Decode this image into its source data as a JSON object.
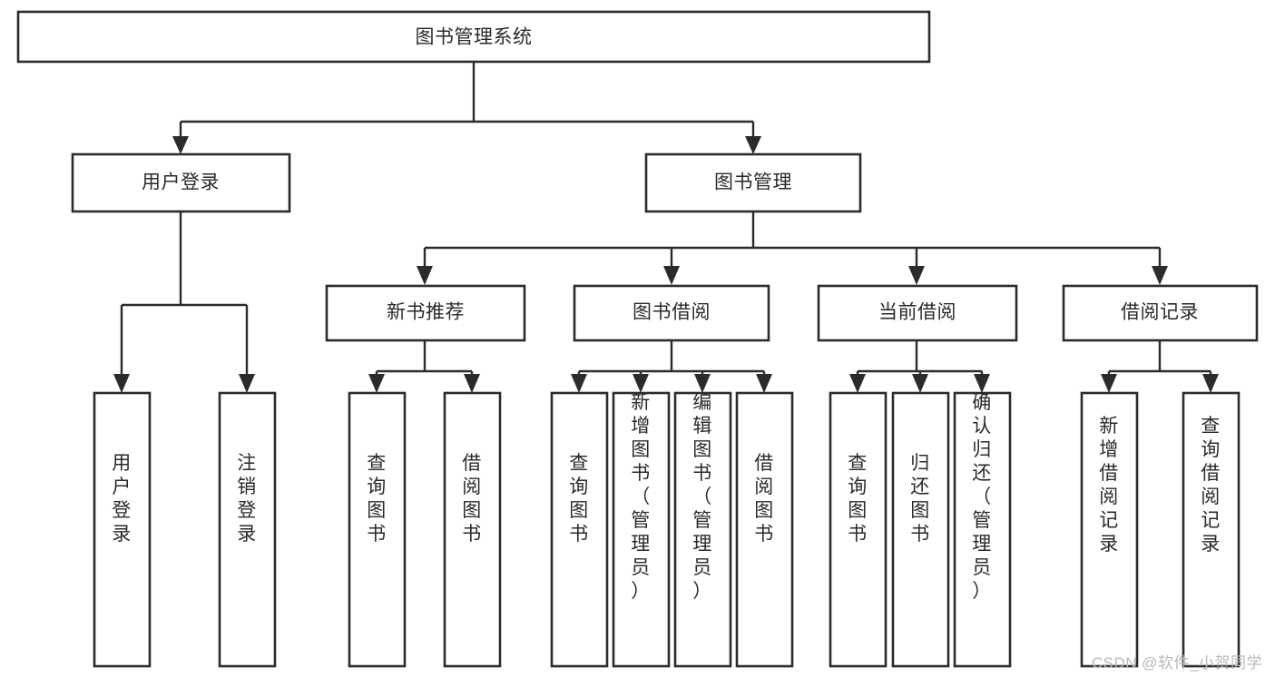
{
  "diagram": {
    "type": "tree",
    "title": "图书管理系统",
    "watermark": "CSDN @软件_小贺同学",
    "colors": {
      "stroke": "#2b2b2b",
      "text": "#2a2a2a",
      "fill": "#ffffff",
      "watermark": "#b9b9b9"
    },
    "root": {
      "label": "图书管理系统"
    },
    "level2": [
      {
        "label": "用户登录"
      },
      {
        "label": "图书管理"
      }
    ],
    "level3": [
      {
        "label": "新书推荐"
      },
      {
        "label": "图书借阅"
      },
      {
        "label": "当前借阅"
      },
      {
        "label": "借阅记录"
      }
    ],
    "leaves": {
      "user_login": [
        {
          "label": "用户登录"
        },
        {
          "label": "注销登录"
        }
      ],
      "new_book_recommend": [
        {
          "label": "查询图书"
        },
        {
          "label": "借阅图书"
        }
      ],
      "book_borrow": [
        {
          "label": "查询图书"
        },
        {
          "label": "新增图书（管理员）"
        },
        {
          "label": "编辑图书（管理员）"
        },
        {
          "label": "借阅图书"
        }
      ],
      "current_borrow": [
        {
          "label": "查询图书"
        },
        {
          "label": "归还图书"
        },
        {
          "label": "确认归还（管理员）"
        }
      ],
      "borrow_record": [
        {
          "label": "新增借阅记录"
        },
        {
          "label": "查询借阅记录"
        }
      ]
    }
  }
}
